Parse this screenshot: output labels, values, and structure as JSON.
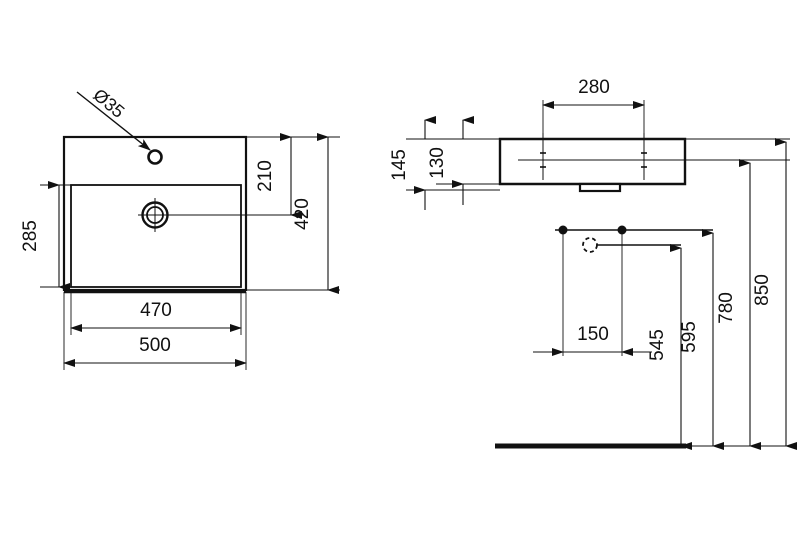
{
  "drawing": {
    "title": "Washbasin dimensional drawing",
    "units": "mm",
    "background_color": "#ffffff",
    "line_color": "#111111",
    "views": {
      "plan": {
        "name": "plan-view",
        "outer_width_label": "500",
        "inner_width_label": "470",
        "outer_depth_label": "420",
        "tap_hole_to_front_label": "210",
        "basin_depth_label": "285",
        "tap_hole_label": "Ø35",
        "features": [
          "tap-hole",
          "waste-drain",
          "basin-recess"
        ]
      },
      "side": {
        "name": "side-elevation-view",
        "total_height_label": "145",
        "body_height_label": "130",
        "fixing_centres_label": "280",
        "features": [
          "waste-outlet",
          "fixing-hole-left",
          "fixing-hole-right"
        ]
      },
      "installation": {
        "name": "installation-heights-view",
        "fixing_spacing_label": "150",
        "waste_height_label": "545",
        "lower_fixing_height_label": "595",
        "upper_fixing_height_label": "780",
        "rim_height_label": "850",
        "features": [
          "floor-line",
          "fixing-dot-left",
          "fixing-dot-right",
          "waste-circle"
        ]
      }
    },
    "dimension_labels": {
      "d_500": "500",
      "d_470": "470",
      "d_420": "420",
      "d_285": "285",
      "d_210": "210",
      "d_35": "Ø35",
      "d_145": "145",
      "d_130": "130",
      "d_280": "280",
      "d_150": "150",
      "d_545": "545",
      "d_595": "595",
      "d_780": "780",
      "d_850": "850"
    }
  }
}
